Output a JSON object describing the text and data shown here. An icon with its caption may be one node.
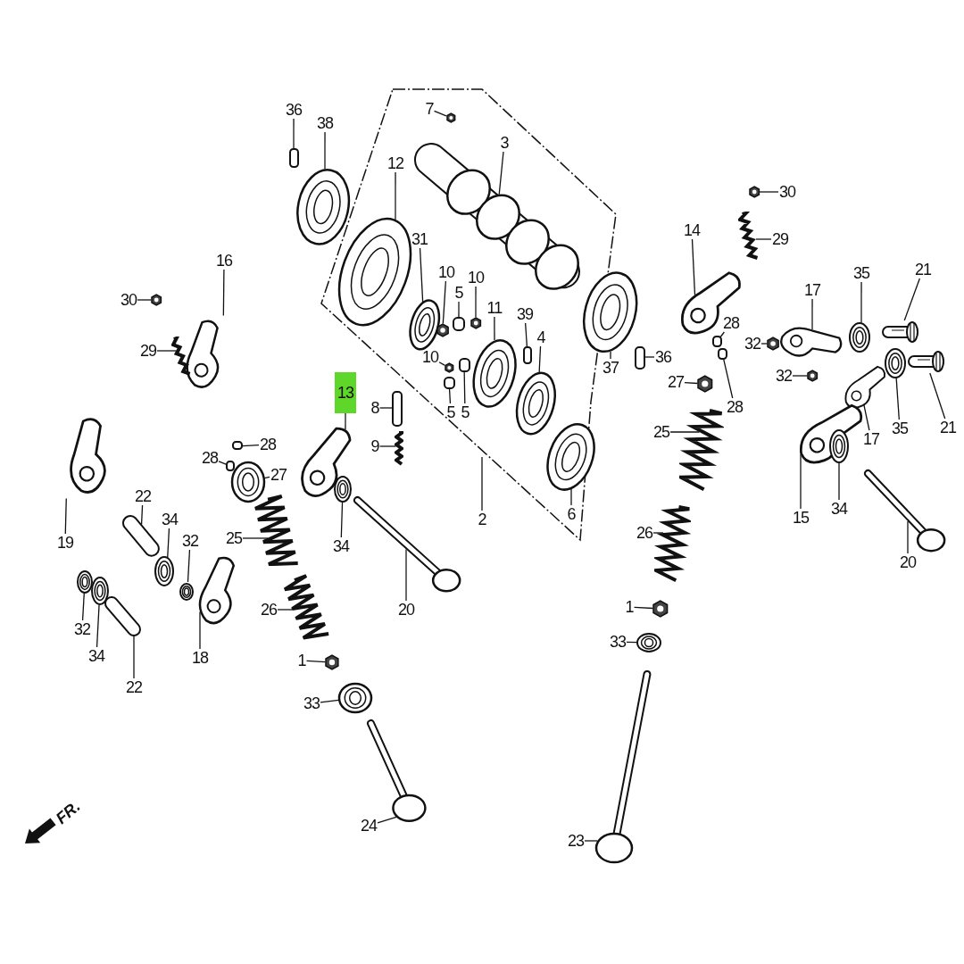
{
  "diagram": {
    "nodes": [
      {
        "text": [
          "36"
        ]
      },
      {
        "text": [
          "38"
        ]
      },
      {
        "text": [
          "7"
        ]
      },
      {
        "text": [
          "3"
        ]
      },
      {
        "text": [
          "12"
        ]
      },
      {
        "text": [
          "31"
        ]
      },
      {
        "text": [
          "10"
        ]
      },
      {
        "text": [
          "5"
        ]
      },
      {
        "text": [
          "10"
        ]
      },
      {
        "text": [
          "11"
        ]
      },
      {
        "text": [
          "39"
        ]
      },
      {
        "text": [
          "4"
        ]
      },
      {
        "text": [
          "10"
        ]
      },
      {
        "text": [
          "5"
        ]
      },
      {
        "text": [
          "5"
        ]
      },
      {
        "text": [
          "13"
        ]
      },
      {
        "text": [
          "8"
        ]
      },
      {
        "text": [
          "9"
        ]
      },
      {
        "text": [
          "2"
        ]
      },
      {
        "text": [
          "6"
        ]
      },
      {
        "text": [
          "37"
        ]
      },
      {
        "text": [
          "14"
        ]
      },
      {
        "text": [
          "30"
        ]
      },
      {
        "text": [
          "29"
        ]
      },
      {
        "text": [
          "28"
        ]
      },
      {
        "text": [
          "36"
        ]
      },
      {
        "text": [
          "27"
        ]
      },
      {
        "text": [
          "28"
        ]
      },
      {
        "text": [
          "32"
        ]
      },
      {
        "text": [
          "17"
        ]
      },
      {
        "text": [
          "32"
        ]
      },
      {
        "text": [
          "35"
        ]
      },
      {
        "text": [
          "21"
        ]
      },
      {
        "text": [
          "35"
        ]
      },
      {
        "text": [
          "21"
        ]
      },
      {
        "text": [
          "17"
        ]
      },
      {
        "text": [
          "15"
        ]
      },
      {
        "text": [
          "34"
        ]
      },
      {
        "text": [
          "20"
        ]
      },
      {
        "text": [
          "25"
        ]
      },
      {
        "text": [
          "26"
        ]
      },
      {
        "text": [
          "1"
        ]
      },
      {
        "text": [
          "33"
        ]
      },
      {
        "text": [
          "23"
        ]
      },
      {
        "text": [
          "30"
        ]
      },
      {
        "text": [
          "16"
        ]
      },
      {
        "text": [
          "29"
        ]
      },
      {
        "text": [
          "28"
        ]
      },
      {
        "text": [
          "28"
        ]
      },
      {
        "text": [
          "27"
        ]
      },
      {
        "text": [
          "25"
        ]
      },
      {
        "text": [
          "34"
        ]
      },
      {
        "text": [
          "20"
        ]
      },
      {
        "text": [
          "19"
        ]
      },
      {
        "text": [
          "22"
        ]
      },
      {
        "text": [
          "34"
        ]
      },
      {
        "text": [
          "32"
        ]
      },
      {
        "text": [
          "32"
        ]
      },
      {
        "text": [
          "34"
        ]
      },
      {
        "text": [
          "22"
        ]
      },
      {
        "text": [
          "18"
        ]
      },
      {
        "text": [
          "26"
        ]
      },
      {
        "text": [
          "1"
        ]
      },
      {
        "text": [
          "33"
        ]
      },
      {
        "text": [
          "24"
        ]
      },
      {
        "text": [],
        "shape": "box"
      },
      {
        "text": [],
        "shape": "picture"
      },
      {
        "text": [],
        "shape": "picture"
      },
      {
        "text": [],
        "shape": "picture"
      },
      {
        "text": [],
        "shape": "picture"
      },
      {
        "text": [],
        "shape": "picture"
      },
      {
        "text": [],
        "shape": "picture"
      },
      {
        "text": [],
        "shape": "box"
      },
      {
        "text": [],
        "shape": "picture"
      },
      {
        "text": [],
        "shape": "picture"
      },
      {
        "text": [],
        "shape": "box"
      },
      {
        "text": [],
        "shape": "picture"
      },
      {
        "text": [],
        "shape": "picture"
      },
      {
        "text": [],
        "shape": "box"
      },
      {
        "text": [],
        "shape": "box"
      },
      {
        "text": [],
        "shape": "picture"
      },
      {
        "text": [],
        "shape": "box"
      },
      {
        "text": [],
        "shape": "picture"
      },
      {
        "text": [],
        "shape": "picture"
      },
      {
        "text": [],
        "shape": "picture"
      },
      {
        "text": [],
        "shape": "picture"
      },
      {
        "text": [],
        "shape": "picture"
      },
      {
        "text": [],
        "shape": "picture"
      },
      {
        "text": [],
        "shape": "box"
      },
      {
        "text": [],
        "shape": "box"
      },
      {
        "text": [],
        "shape": "picture"
      },
      {
        "text": [],
        "shape": "box"
      },
      {
        "text": [],
        "shape": "picture"
      },
      {
        "text": [],
        "shape": "picture"
      },
      {
        "text": [],
        "shape": "picture"
      },
      {
        "text": [],
        "shape": "picture"
      },
      {
        "text": [],
        "shape": "picture"
      },
      {
        "text": [],
        "shape": "picture"
      },
      {
        "text": [],
        "shape": "picture"
      },
      {
        "text": [],
        "shape": "picture"
      },
      {
        "text": [],
        "shape": "picture"
      },
      {
        "text": [],
        "shape": "picture"
      },
      {
        "text": [],
        "shape": "picture"
      },
      {
        "text": [],
        "shape": "picture"
      },
      {
        "text": [],
        "shape": "picture"
      },
      {
        "text": [],
        "shape": "picture"
      },
      {
        "text": [],
        "shape": "picture"
      },
      {
        "text": [],
        "shape": "picture"
      },
      {
        "text": [],
        "shape": "picture"
      },
      {
        "text": [],
        "shape": "picture"
      },
      {
        "text": [],
        "shape": "picture"
      },
      {
        "text": [],
        "shape": "box"
      },
      {
        "text": [],
        "shape": "box"
      },
      {
        "text": [],
        "shape": "picture"
      },
      {
        "text": [],
        "shape": "picture"
      },
      {
        "text": [],
        "shape": "picture"
      },
      {
        "text": [],
        "shape": "picture"
      },
      {
        "text": [],
        "shape": "picture"
      },
      {
        "text": [],
        "shape": "picture"
      },
      {
        "text": [],
        "shape": "picture"
      },
      {
        "text": [],
        "shape": "picture"
      },
      {
        "text": [],
        "shape": "picture"
      },
      {
        "text": [],
        "shape": "picture"
      },
      {
        "text": [],
        "shape": "picture"
      },
      {
        "text": [],
        "shape": "picture"
      },
      {
        "text": [],
        "shape": "picture"
      },
      {
        "text": [],
        "shape": "picture"
      },
      {
        "text": [],
        "shape": "picture"
      },
      {
        "text": [],
        "shape": "picture"
      }
    ],
    "edges": [
      {
        "from": 0,
        "to": 65,
        "arrow": "none"
      },
      {
        "from": 1,
        "to": 66,
        "arrow": "none"
      },
      {
        "from": 2,
        "to": 67,
        "arrow": "none"
      },
      {
        "from": 3,
        "to": 68,
        "arrow": "none"
      },
      {
        "from": 4,
        "to": 69,
        "arrow": "none"
      },
      {
        "from": 5,
        "to": 70,
        "arrow": "none"
      },
      {
        "from": 6,
        "to": 71,
        "arrow": "none"
      },
      {
        "from": 7,
        "to": 72,
        "arrow": "none"
      },
      {
        "from": 8,
        "to": 73,
        "arrow": "none"
      },
      {
        "from": 9,
        "to": 74,
        "arrow": "none"
      },
      {
        "from": 10,
        "to": 75,
        "arrow": "none"
      },
      {
        "from": 11,
        "to": 76,
        "arrow": "none"
      },
      {
        "from": 12,
        "to": 77,
        "arrow": "none"
      },
      {
        "from": 13,
        "to": 78,
        "arrow": "none"
      },
      {
        "from": 14,
        "to": 79,
        "arrow": "none"
      },
      {
        "from": 15,
        "to": 80,
        "arrow": "none"
      },
      {
        "from": 16,
        "to": 81,
        "arrow": "none"
      },
      {
        "from": 17,
        "to": 82,
        "arrow": "none"
      },
      {
        "from": 18,
        "to": null,
        "arrow": "none"
      },
      {
        "from": 19,
        "to": 83,
        "arrow": "none"
      },
      {
        "from": 20,
        "to": 84,
        "arrow": "none"
      },
      {
        "from": 21,
        "to": 85,
        "arrow": "none"
      },
      {
        "from": 22,
        "to": 86,
        "arrow": "none"
      },
      {
        "from": 23,
        "to": 87,
        "arrow": "none"
      },
      {
        "from": 24,
        "to": 88,
        "arrow": "none"
      },
      {
        "from": 25,
        "to": 89,
        "arrow": "none"
      },
      {
        "from": 26,
        "to": 90,
        "arrow": "none"
      },
      {
        "from": 27,
        "to": 91,
        "arrow": "none"
      },
      {
        "from": 28,
        "to": 92,
        "arrow": "none"
      },
      {
        "from": 29,
        "to": 93,
        "arrow": "none"
      },
      {
        "from": 30,
        "to": 94,
        "arrow": "none"
      },
      {
        "from": 31,
        "to": 95,
        "arrow": "none"
      },
      {
        "from": 32,
        "to": 96,
        "arrow": "none"
      },
      {
        "from": 33,
        "to": 97,
        "arrow": "none"
      },
      {
        "from": 34,
        "to": 98,
        "arrow": "none"
      },
      {
        "from": 35,
        "to": 99,
        "arrow": "none"
      },
      {
        "from": 36,
        "to": 100,
        "arrow": "none"
      },
      {
        "from": 37,
        "to": 101,
        "arrow": "none"
      },
      {
        "from": 38,
        "to": 102,
        "arrow": "none"
      },
      {
        "from": 39,
        "to": 103,
        "arrow": "none"
      },
      {
        "from": 40,
        "to": 104,
        "arrow": "none"
      },
      {
        "from": 41,
        "to": 105,
        "arrow": "none"
      },
      {
        "from": 42,
        "to": 106,
        "arrow": "none"
      },
      {
        "from": 43,
        "to": 107,
        "arrow": "none"
      },
      {
        "from": 44,
        "to": 108,
        "arrow": "none"
      },
      {
        "from": 45,
        "to": 109,
        "arrow": "none"
      },
      {
        "from": 46,
        "to": 110,
        "arrow": "none"
      },
      {
        "from": 47,
        "to": 111,
        "arrow": "none"
      },
      {
        "from": 48,
        "to": 112,
        "arrow": "none"
      },
      {
        "from": 49,
        "to": 113,
        "arrow": "none"
      },
      {
        "from": 50,
        "to": 114,
        "arrow": "none"
      },
      {
        "from": 51,
        "to": 115,
        "arrow": "none"
      },
      {
        "from": 52,
        "to": 116,
        "arrow": "none"
      },
      {
        "from": 53,
        "to": 117,
        "arrow": "none"
      },
      {
        "from": 54,
        "to": 118,
        "arrow": "none"
      },
      {
        "from": 55,
        "to": 119,
        "arrow": "none"
      },
      {
        "from": 56,
        "to": 120,
        "arrow": "none"
      },
      {
        "from": 57,
        "to": 121,
        "arrow": "none"
      },
      {
        "from": 58,
        "to": 122,
        "arrow": "none"
      },
      {
        "from": 59,
        "to": 123,
        "arrow": "none"
      },
      {
        "from": 60,
        "to": 124,
        "arrow": "none"
      },
      {
        "from": 61,
        "to": 125,
        "arrow": "none"
      },
      {
        "from": 62,
        "to": 126,
        "arrow": "none"
      },
      {
        "from": 63,
        "to": 127,
        "arrow": "none"
      },
      {
        "from": 64,
        "to": 128,
        "arrow": "none"
      }
    ],
    "labels": [
      "FR."
    ]
  }
}
